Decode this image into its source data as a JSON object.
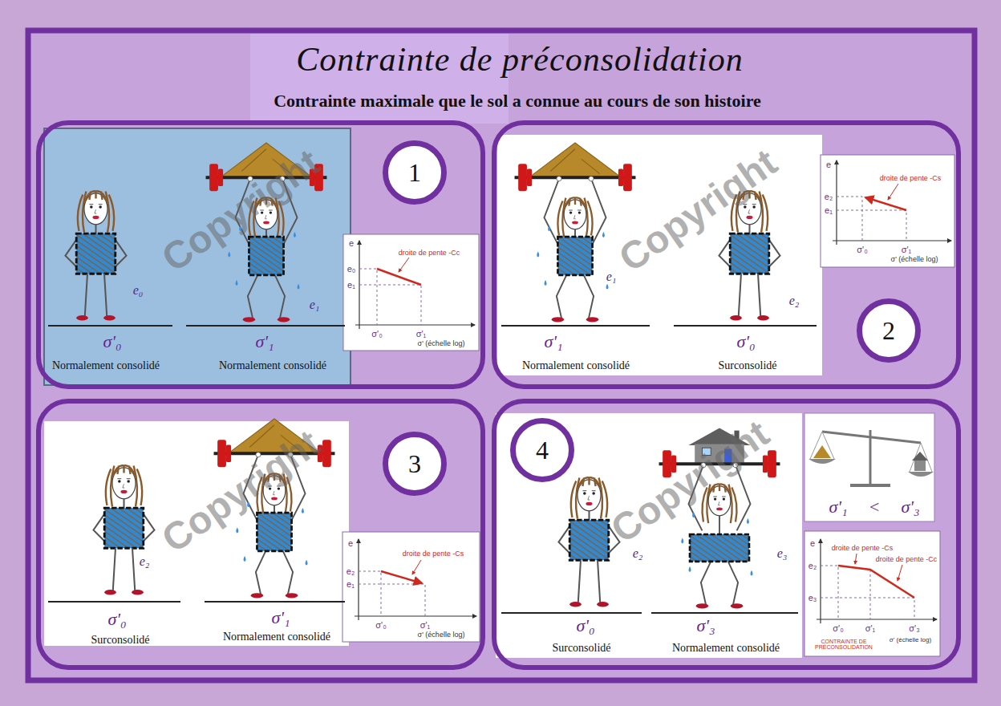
{
  "diagram": {
    "title": "Contrainte de préconsolidation",
    "caption": "Contrainte maximale que le sol a connue au cours de son histoire",
    "nodes": [
      {
        "text": [
          "e₀",
          "σ'₀",
          "Normalement consolidé",
          "e₁",
          "σ'₁",
          "Normalement consolidé"
        ]
      },
      {
        "text": [
          "1"
        ],
        "in": 0
      },
      {
        "text": [
          "e",
          "e₀",
          "e₁",
          "droite de pente -Cc",
          "σ'₀",
          "σ'₁",
          "σ' (échelle log)"
        ],
        "in": 0
      },
      {
        "text": [
          "σ'₁",
          "e₁",
          "Normalement consolidé",
          "e₂",
          "σ'₀",
          "Surconsolidé"
        ]
      },
      {
        "text": [
          "e",
          "e₂",
          "e₁",
          "droite de pente -Cs",
          "σ'₀",
          "σ'₁",
          "σ' (échelle log)"
        ],
        "in": 3
      },
      {
        "text": [
          "2"
        ],
        "in": 3
      },
      {
        "text": [
          "e₂",
          "σ'₀",
          "Surconsolidé",
          "σ'₁",
          "Normalement consolidé"
        ]
      },
      {
        "text": [
          "3"
        ],
        "in": 6
      },
      {
        "text": [
          "e",
          "e₂",
          "e₁",
          "droite de pente -Cs",
          "σ'₀",
          "σ'₁",
          "σ' (échelle log)"
        ],
        "in": 6
      },
      {
        "text": [
          "e₂",
          "σ'₀",
          "Surconsolidé",
          "e₃",
          "σ'₃",
          "Normalement consolidé",
          "σ'₁",
          "<",
          "σ'₃"
        ]
      },
      {
        "text": [
          "4"
        ],
        "in": 9
      },
      {
        "text": [
          "e",
          "e₂",
          "e₃",
          "droite de pente -Cs",
          "droite de pente -Cc",
          "σ'₀",
          "σ'₁",
          "σ'₃",
          "σ' (échelle log)",
          "CONTRAINTE DE PRÉCONSOLIDATION"
        ],
        "in": 9
      }
    ],
    "labels": [
      "Copyright",
      "Copyright",
      "Copyright",
      "Copyright"
    ]
  }
}
